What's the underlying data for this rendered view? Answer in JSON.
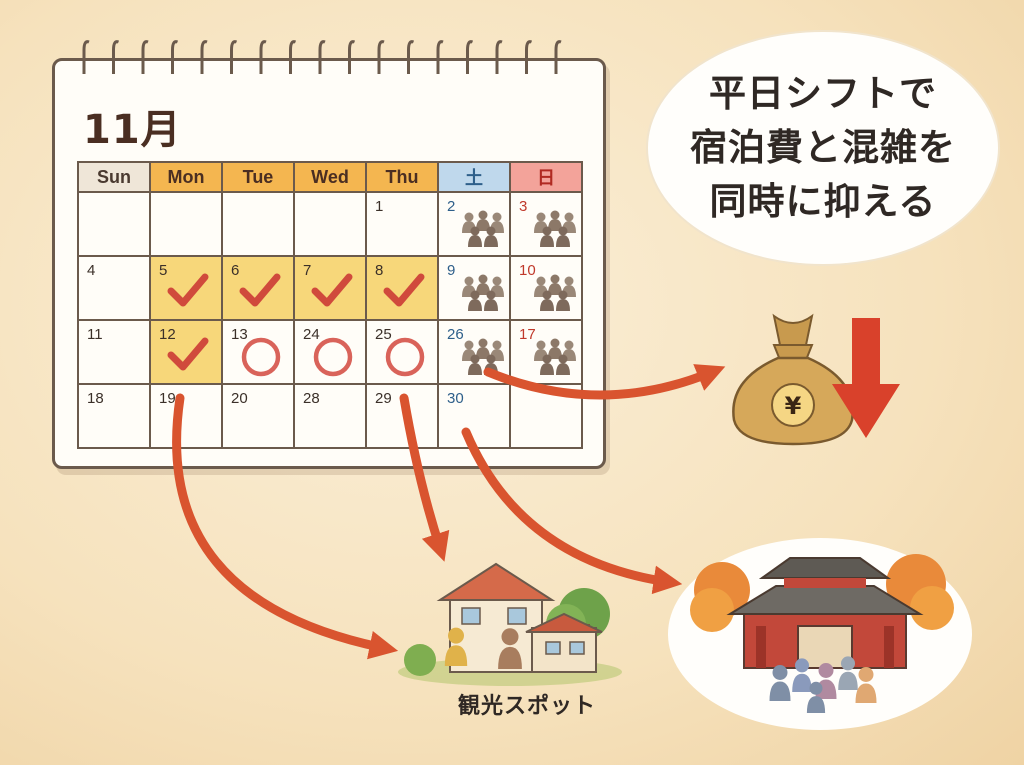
{
  "calendar": {
    "month": "11月",
    "weekdays": [
      "Sun",
      "Mon",
      "Tue",
      "Wed",
      "Thu",
      "土",
      "日"
    ],
    "weeks": [
      [
        "",
        "",
        "",
        "",
        "1",
        "2",
        "3"
      ],
      [
        "4",
        "5",
        "6",
        "7",
        "8",
        "9",
        "10"
      ],
      [
        "11",
        "12",
        "13",
        "24",
        "25",
        "26",
        "17"
      ],
      [
        "18",
        "19",
        "20",
        "28",
        "29",
        "30",
        ""
      ]
    ],
    "checked_days": [
      "5",
      "6",
      "7",
      "8",
      "12"
    ],
    "circled_days": [
      "13",
      "24",
      "25"
    ],
    "crowded_days": [
      "2",
      "3",
      "9",
      "10",
      "26",
      "17"
    ]
  },
  "bubble": {
    "lines": [
      "平日シフトで",
      "宿泊費と混雑を",
      "同時に抑える"
    ]
  },
  "spot_label": "観光スポット",
  "money_bag": {
    "symbol": "¥"
  },
  "colors": {
    "check": "#d04a3c",
    "circle": "#d9635a",
    "arrow": "#d9542f",
    "down_arrow": "#d9412b",
    "weekday_header": "#f4b650",
    "highlight": "#f7d77a"
  }
}
